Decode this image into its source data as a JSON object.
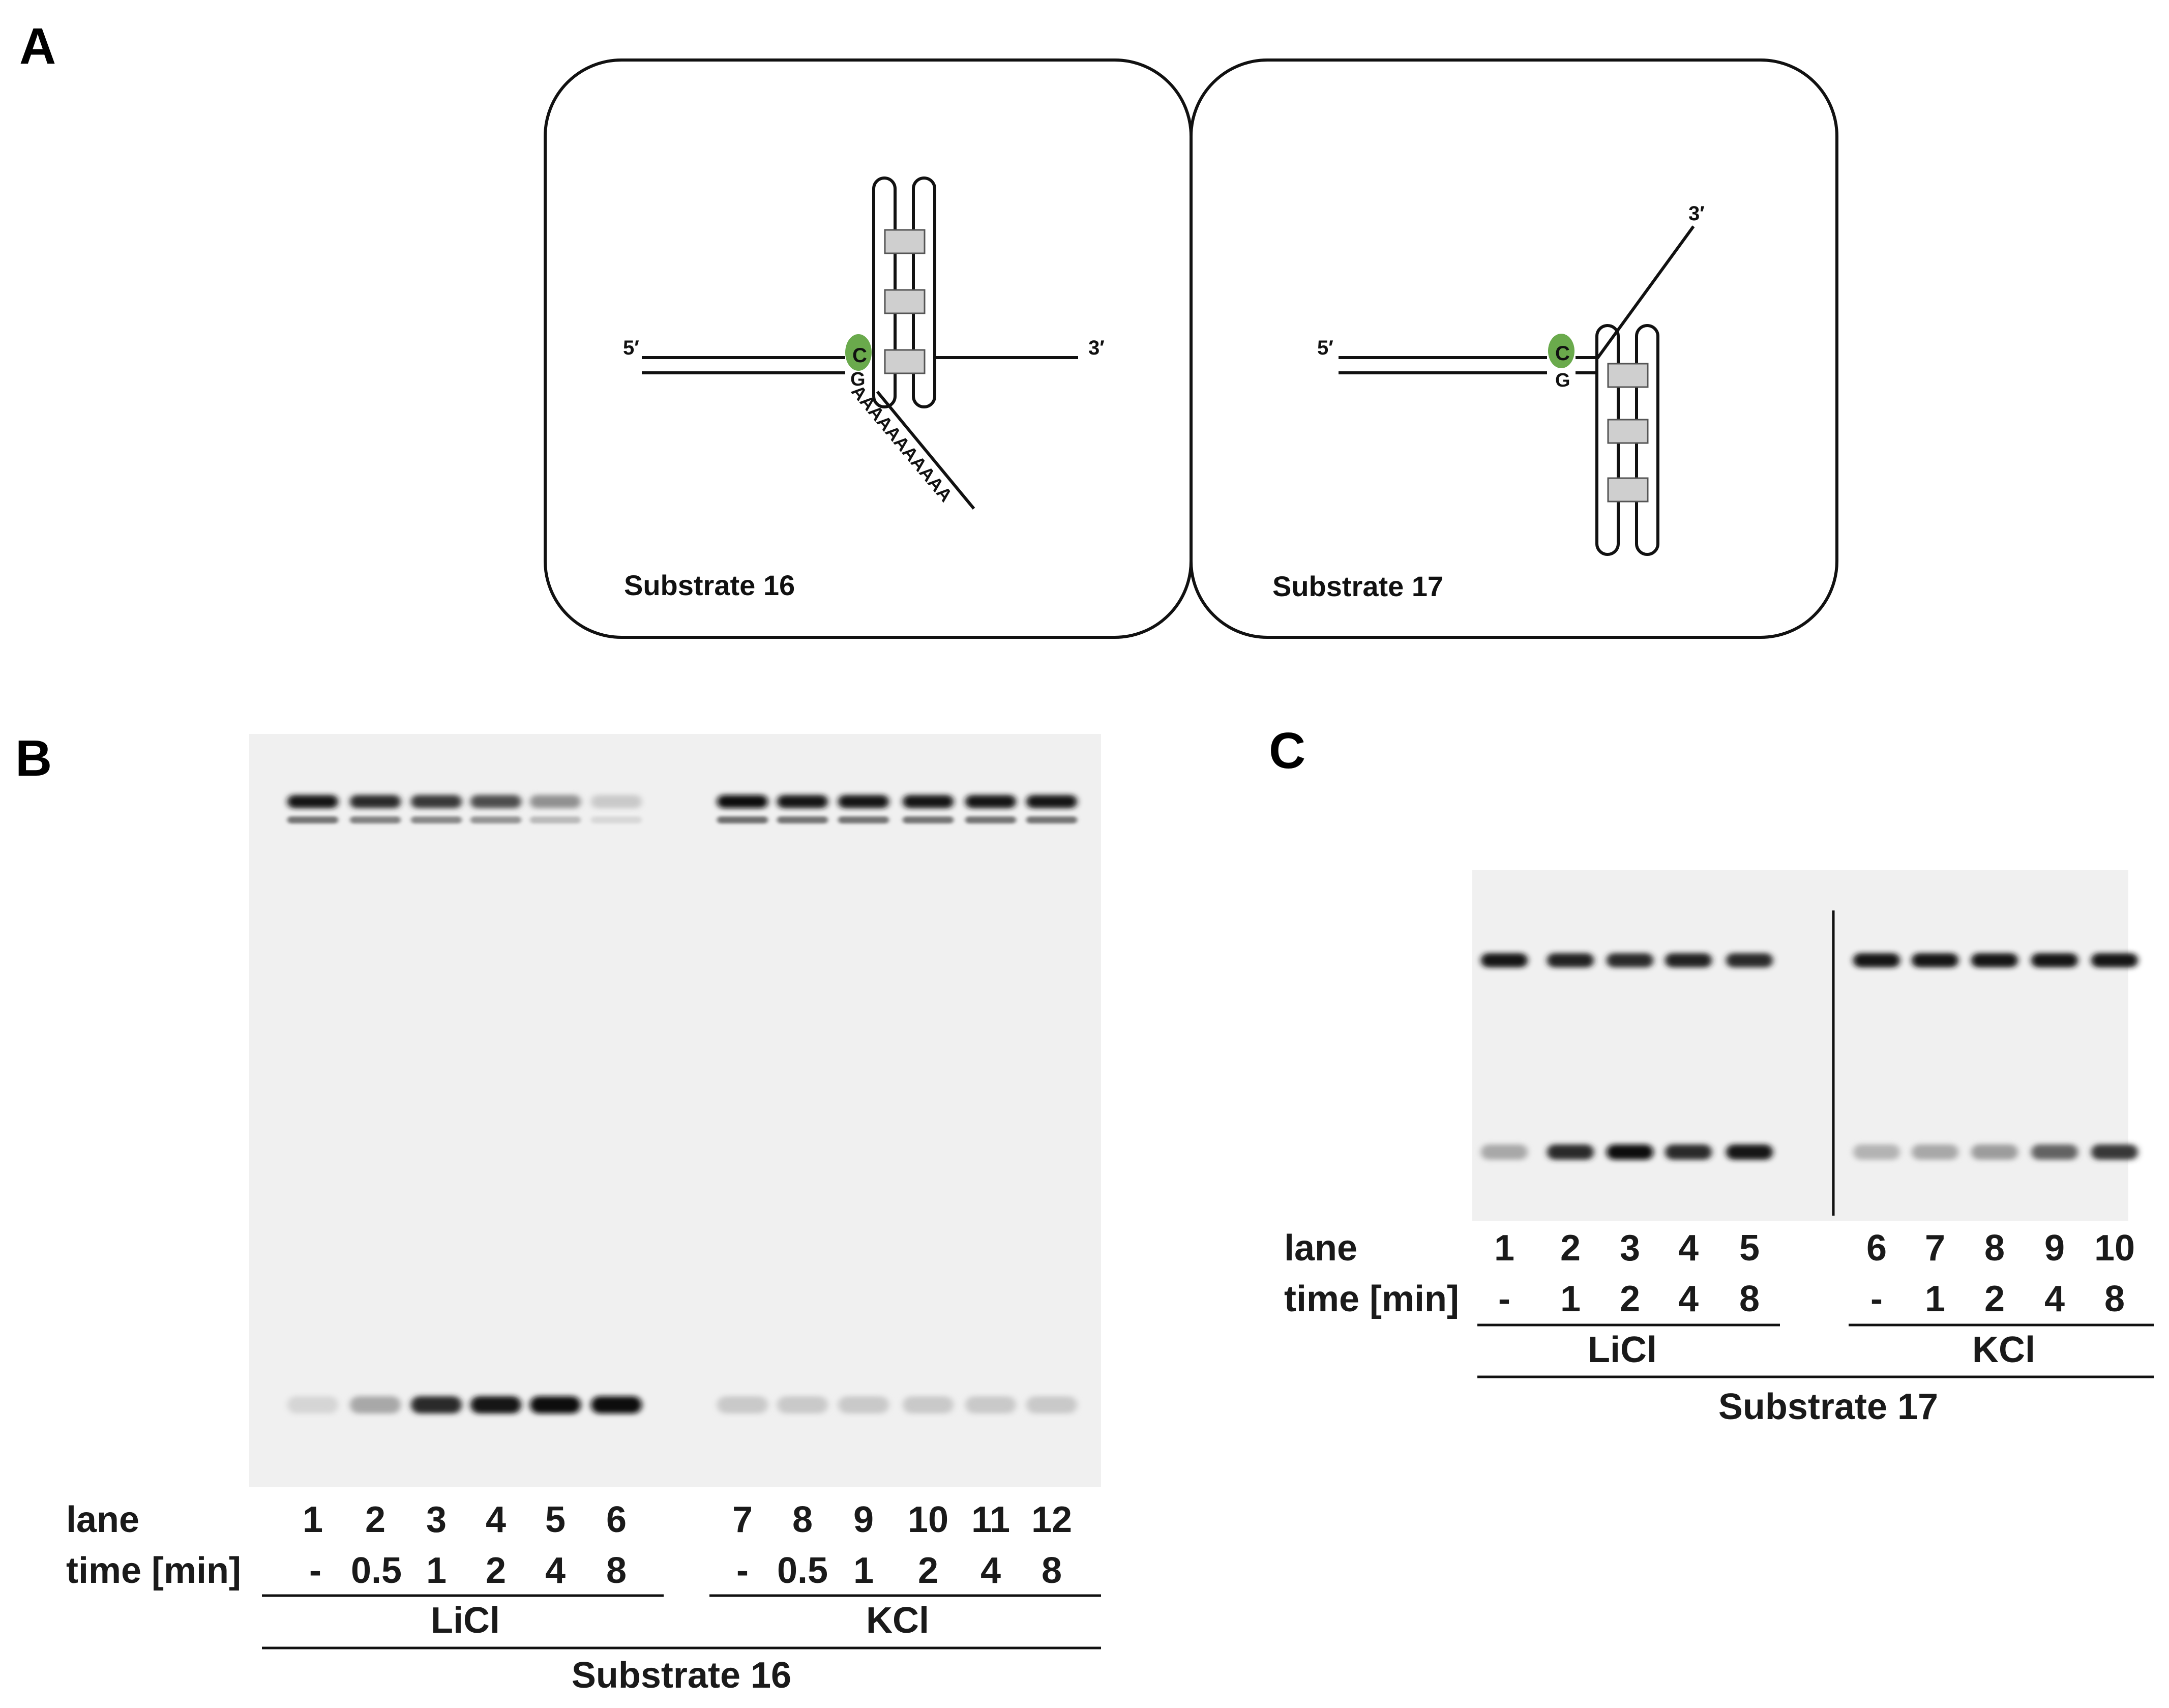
{
  "panel_a": {
    "label": "A",
    "substrate16": {
      "title": "Substrate 16",
      "five_prime": "5′",
      "three_prime": "3′",
      "base_top": "C",
      "base_bottom": "G",
      "poly_a": "AAAAAAAAAAA"
    },
    "substrate17": {
      "title": "Substrate 17",
      "five_prime": "5′",
      "three_prime": "3′",
      "base_top": "C",
      "base_bottom": "G"
    },
    "fluorophore_color": "#6aaa4c"
  },
  "panel_b": {
    "label": "B",
    "row_lane": "lane",
    "row_time": "time [min]",
    "lanes": [
      "1",
      "2",
      "3",
      "4",
      "5",
      "6",
      "7",
      "8",
      "9",
      "10",
      "11",
      "12"
    ],
    "times": [
      "-",
      "0.5",
      "1",
      "2",
      "4",
      "8",
      "-",
      "0.5",
      "1",
      "2",
      "4",
      "8"
    ],
    "group1": "LiCl",
    "group2": "KCl",
    "substrate": "Substrate 16"
  },
  "panel_c": {
    "label": "C",
    "row_lane": "lane",
    "row_time": "time [min]",
    "lanes": [
      "1",
      "2",
      "3",
      "4",
      "5",
      "6",
      "7",
      "8",
      "9",
      "10"
    ],
    "times": [
      "-",
      "1",
      "2",
      "4",
      "8",
      "-",
      "1",
      "2",
      "4",
      "8"
    ],
    "group1": "LiCl",
    "group2": "KCl",
    "substrate": "Substrate 17"
  },
  "gel_b_bands": {
    "top_intensity": [
      0.95,
      0.85,
      0.8,
      0.7,
      0.4,
      0.15,
      1.0,
      0.95,
      0.95,
      0.95,
      0.95,
      0.95
    ],
    "product_intensity": [
      0.1,
      0.3,
      0.85,
      0.95,
      1.0,
      1.0,
      0.15,
      0.15,
      0.15,
      0.15,
      0.15,
      0.15
    ]
  },
  "gel_c_bands": {
    "top_intensity": [
      0.95,
      0.9,
      0.85,
      0.9,
      0.85,
      0.95,
      0.95,
      0.95,
      0.95,
      0.95
    ],
    "product_intensity": [
      0.3,
      0.85,
      1.0,
      0.85,
      0.95,
      0.25,
      0.3,
      0.35,
      0.6,
      0.8
    ]
  }
}
